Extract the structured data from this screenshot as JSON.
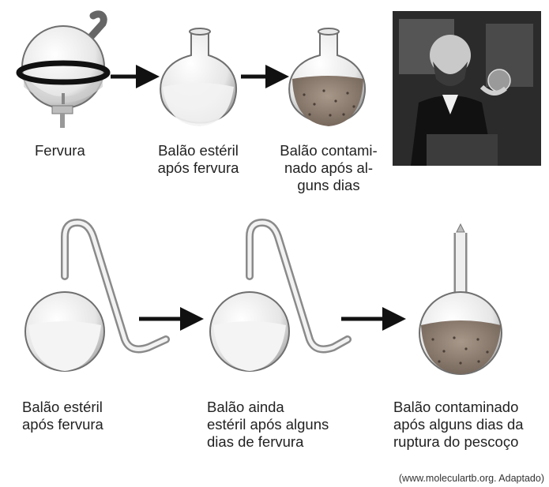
{
  "top_row": {
    "labels": {
      "fervura": "Fervura",
      "esteril_line1": "Balão estéril",
      "esteril_line2": "após fervura",
      "contaminado_line1": "Balão contami-",
      "contaminado_line2": "nado após al-",
      "contaminado_line3": "guns dias"
    }
  },
  "bottom_row": {
    "labels": {
      "esteril_line1": "Balão estéril",
      "esteril_line2": "após fervura",
      "ainda_line1": "Balão ainda",
      "ainda_line2": "estéril após alguns",
      "ainda_line3": "dias de fervura",
      "contaminado_line1": "Balão contaminado",
      "contaminado_line2": "após alguns dias da",
      "contaminado_line3": "ruptura do pescoço"
    }
  },
  "source": "(www.moleculartb.org. Adaptado)",
  "colors": {
    "arrow": "#111111",
    "glass_outline": "#6f6f6f",
    "broth_clear": "#efefef",
    "broth_contaminated": "#8a7a6c",
    "photo_bg": "#2b2b2b"
  }
}
